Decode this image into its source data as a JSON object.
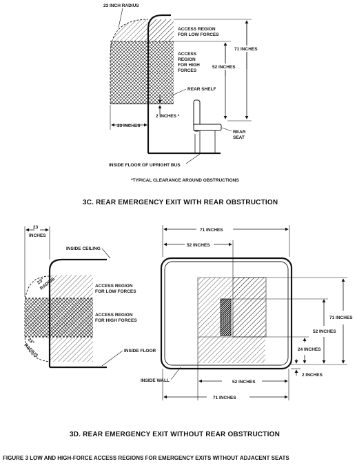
{
  "figure_caption": "FIGURE 3  LOW AND HIGH-FORCE ACCESS REGIONS FOR EMERGENCY EXITS WITHOUT ADJACENT SEATS",
  "section_3c": {
    "title": "3C.  REAR EMERGENCY EXIT WITH REAR OBSTRUCTION",
    "radius_label": "23 INCH RADIUS",
    "low_force_label": [
      "ACCESS REGION",
      "FOR LOW FORCES"
    ],
    "high_force_label": [
      "ACCESS",
      "REGION",
      "FOR HIGH",
      "FORCES"
    ],
    "dim_71": "71 INCHES",
    "dim_52": "52 INCHES",
    "rear_shelf": "REAR SHELF",
    "dim_2": "2 INCHES *",
    "dim_23": "23 INCHES",
    "rear_seat": [
      "REAR",
      "SEAT"
    ],
    "floor_label": "INSIDE FLOOR OF UPRIGHT BUS",
    "footnote": "*TYPICAL CLEARANCE AROUND OBSTRUCTIONS"
  },
  "section_3d": {
    "title": "3D.  REAR EMERGENCY EXIT WITHOUT REAR OBSTRUCTION",
    "left": {
      "dim_23": [
        "23",
        "INCHES"
      ],
      "inside_ceiling": "INSIDE CEILING",
      "radius_upper": "23\"",
      "radius_upper_2": "RADIUS",
      "radius_lower": "23\"",
      "radius_lower_2": "RADIUS",
      "low_force_label": [
        "ACCESS REGION",
        "FOR LOW FORCES"
      ],
      "high_force_label": [
        "ACCESS REGION",
        "FOR HIGH FORCES"
      ],
      "inside_floor": "INSIDE FLOOR"
    },
    "right": {
      "dim_71_top": "71 INCHES",
      "dim_52_top": "52 INCHES",
      "dim_71_right": "71 INCHES",
      "dim_52_right": "52 INCHES",
      "dim_24_right": "24 INCHES",
      "dim_2_right": "2 INCHES",
      "dim_52_bottom": "52 INCHES",
      "dim_71_bottom": "71 INCHES",
      "inside_wall": "INSIDE WALL"
    }
  }
}
